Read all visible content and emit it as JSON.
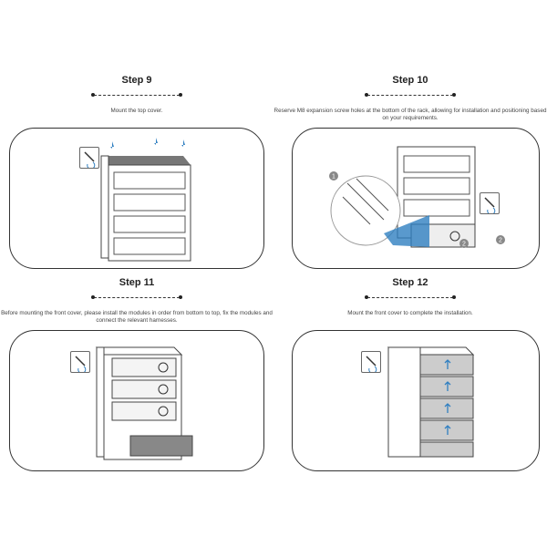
{
  "steps": [
    {
      "title": "Step 9",
      "description": "Mount the top cover."
    },
    {
      "title": "Step 10",
      "description": "Reserve M8 expansion screw holes at the bottom of the rack, allowing for installation and positioning based on your requirements."
    },
    {
      "title": "Step 11",
      "description": "Before mounting the front cover, please install the modules in order from bottom to top, fix the modules and connect the relevant harnesses."
    },
    {
      "title": "Step 12",
      "description": "Mount the front cover to complete the installation."
    }
  ],
  "callouts": [
    "1",
    "2",
    "2"
  ],
  "colors": {
    "accent": "#2f7fc1",
    "cover": "#777777"
  }
}
